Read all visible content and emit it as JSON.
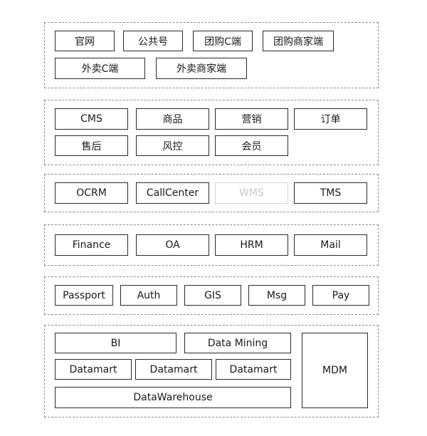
{
  "layers": {
    "frontend": {
      "items": [
        "官网",
        "公共号",
        "团购C端",
        "团购商家端",
        "外卖C端",
        "外卖商家端"
      ]
    },
    "business": {
      "items": [
        "CMS",
        "商品",
        "营销",
        "订单",
        "售后",
        "风控",
        "会员"
      ]
    },
    "operations": {
      "items": [
        "OCRM",
        "CallCenter",
        "WMS",
        "TMS"
      ]
    },
    "office": {
      "items": [
        "Finance",
        "OA",
        "HRM",
        "Mail"
      ]
    },
    "foundation": {
      "items": [
        "Passport",
        "Auth",
        "GIS",
        "Msg",
        "Pay"
      ]
    },
    "data": {
      "items": [
        "BI",
        "Data Mining",
        "Datamart",
        "Datamart",
        "Datamart",
        "DataWarehouse",
        "MDM"
      ]
    }
  },
  "colors": {
    "box_border": "#2a2a2a",
    "layer_border": "#8a8a8a",
    "faded": "#c8c8c8"
  }
}
